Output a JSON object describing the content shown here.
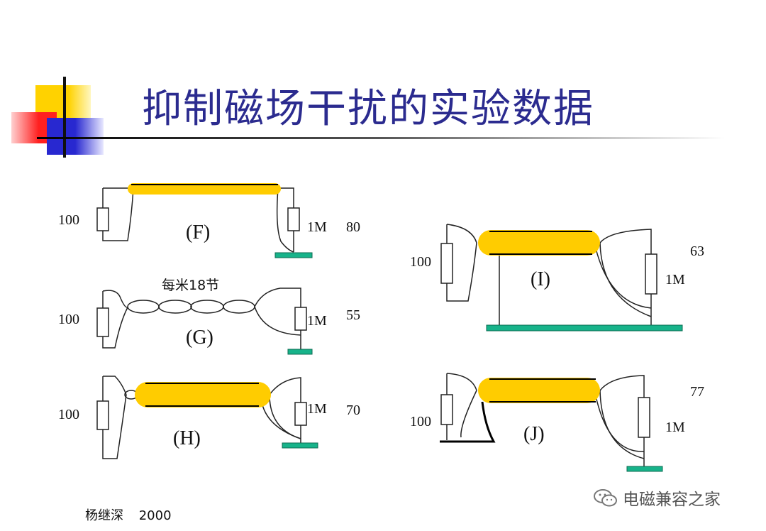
{
  "title": "抑制磁场干扰的实验数据",
  "footer": {
    "author": "杨继深",
    "year": "2000"
  },
  "watermark": "电磁兼容之家",
  "diagrams": {
    "F": {
      "caption": "(F)",
      "source_r": "100",
      "load_r": "1M",
      "value": "80"
    },
    "G": {
      "caption": "(G)",
      "source_r": "100",
      "load_r": "1M",
      "value": "55",
      "note": "每米18节"
    },
    "H": {
      "caption": "(H)",
      "source_r": "100",
      "load_r": "1M",
      "value": "70"
    },
    "I": {
      "caption": "(I)",
      "source_r": "100",
      "load_r": "1M",
      "value": "63"
    },
    "J": {
      "caption": "(J)",
      "source_r": "100",
      "load_r": "1M",
      "value": "77"
    }
  },
  "colors": {
    "shield": "#ffcc00",
    "ground": "#17b38a",
    "title": "#2b2b8f"
  }
}
